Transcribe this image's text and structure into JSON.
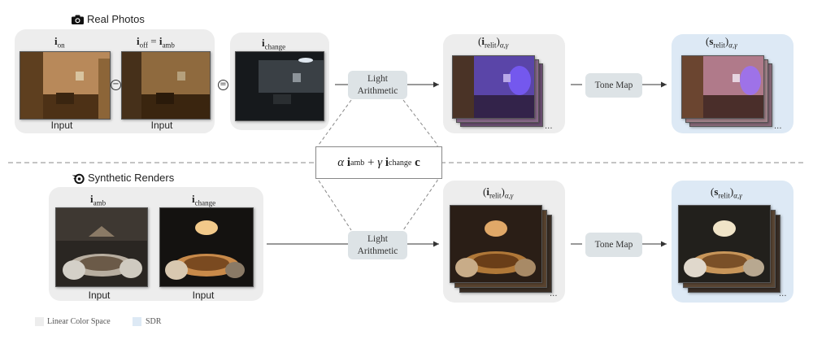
{
  "sections": {
    "real": "Real Photos",
    "synthetic": "Synthetic Renders"
  },
  "labels": {
    "i_on_base": "i",
    "i_on_sub": "on",
    "i_off_base": "i",
    "i_off_sub": "off",
    "equals": "=",
    "i_amb_base": "i",
    "i_amb_sub": "amb",
    "i_change_base": "i",
    "i_change_sub": "change",
    "i_relit_open": "(",
    "i_relit_base": "i",
    "i_relit_sub": "relit",
    "close_sub": ")",
    "alpha_gamma": "α,γ",
    "s_relit_base": "s",
    "input": "Input"
  },
  "operators": {
    "minus": "−"
  },
  "boxes": {
    "light_arithmetic_line1": "Light",
    "light_arithmetic_line2": "Arithmetic",
    "tone_map": "Tone Map"
  },
  "formula": {
    "alpha": "α",
    "plus": "+",
    "gamma": "γ",
    "c": "c"
  },
  "legend": {
    "linear": "Linear Color Space",
    "sdr": "SDR"
  },
  "ellipsis": "...",
  "colors": {
    "linear_panel": "#ededed",
    "sdr_panel": "#dde9f5",
    "box_fill": "#dde3e6",
    "purple_light": "#6a4cff"
  }
}
